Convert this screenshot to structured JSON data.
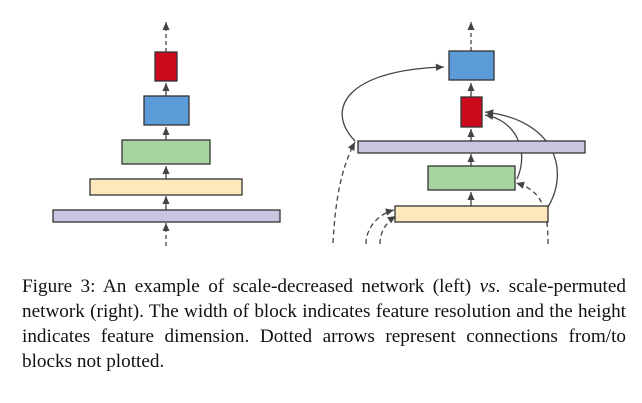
{
  "palette": {
    "red": "#cc0a1e",
    "blue": "#5a9bd8",
    "green": "#a8d4a2",
    "yellow": "#fde7bb",
    "lavender": "#c9c5e1",
    "stroke": "#333333",
    "line": "#444444"
  },
  "left_network": {
    "blocks": [
      "red-block",
      "blue-block",
      "green-block",
      "yellow-block",
      "lavender-block"
    ]
  },
  "right_network": {
    "blocks": [
      "blue-block",
      "red-block",
      "lavender-block",
      "green-block",
      "yellow-block"
    ]
  },
  "caption": {
    "lead": "Figure 3: An example of scale-decreased network (left) ",
    "vs": "vs",
    "rest": ". scale-permuted network (right). The width of block indicates feature resolution and the height indicates feature dimension. Dotted arrows represent connections from/to blocks not plotted."
  }
}
